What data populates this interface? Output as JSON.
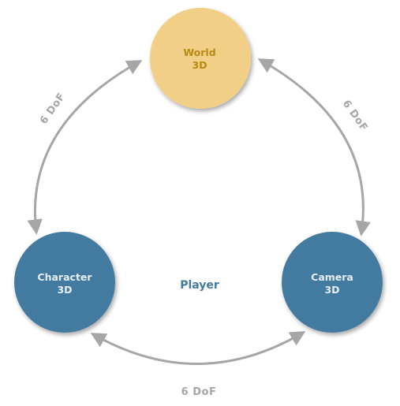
{
  "colors": {
    "world_fill": "#f2cf86",
    "world_text": "#b88a14",
    "blue_fill": "#437aa0",
    "blue_text": "#e6eef5",
    "player_text": "#437aa0",
    "arrow": "#a6a6a6"
  },
  "nodes": {
    "world": {
      "line1": "World",
      "line2": "3D"
    },
    "character": {
      "line1": "Character",
      "line2": "3D"
    },
    "camera": {
      "line1": "Camera",
      "line2": "3D"
    }
  },
  "center_label": "Player",
  "edges": {
    "world_character": "6 DoF",
    "world_camera": "6 DoF",
    "character_camera": "6 DoF"
  }
}
